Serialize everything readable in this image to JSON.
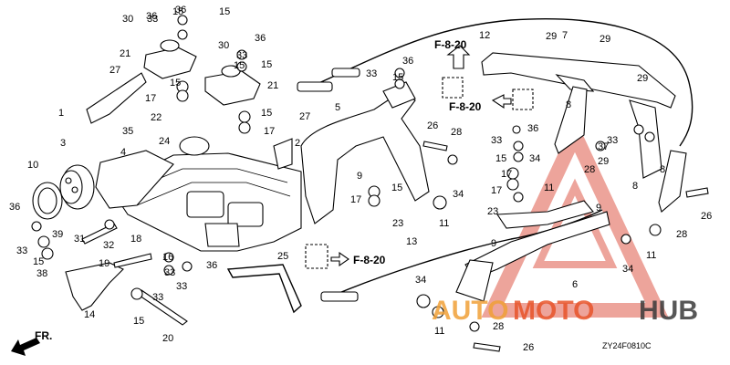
{
  "diagram_code": "ZY24F0810C",
  "front_marker": "FR.",
  "refs": [
    "F-8-20",
    "F-8-20",
    "F-8-20"
  ],
  "watermark": {
    "auto": "AUTO",
    "moto": "MOTO",
    "hub": "HUB",
    "colors": {
      "auto": "#f0a038",
      "moto": "#e8542a",
      "hub": "#3a3a3a",
      "triangle": "#e05a4a"
    }
  },
  "part_labels": [
    "1",
    "2",
    "3",
    "4",
    "5",
    "6",
    "7",
    "8",
    "8",
    "8",
    "9",
    "9",
    "9",
    "10",
    "11",
    "11",
    "11",
    "11",
    "12",
    "13",
    "14",
    "15",
    "15",
    "15",
    "15",
    "15",
    "15",
    "15",
    "15",
    "15",
    "15",
    "15",
    "16",
    "17",
    "17",
    "17",
    "17",
    "17",
    "18",
    "19",
    "20",
    "21",
    "21",
    "22",
    "23",
    "23",
    "24",
    "25",
    "26",
    "26",
    "26",
    "27",
    "27",
    "28",
    "28",
    "28",
    "28",
    "29",
    "29",
    "29",
    "29",
    "30",
    "30",
    "31",
    "32",
    "33",
    "33",
    "33",
    "33",
    "33",
    "33",
    "33",
    "33",
    "33",
    "34",
    "34",
    "34",
    "34",
    "35",
    "36",
    "36",
    "36",
    "36",
    "36",
    "36",
    "36",
    "37",
    "38",
    "39"
  ]
}
